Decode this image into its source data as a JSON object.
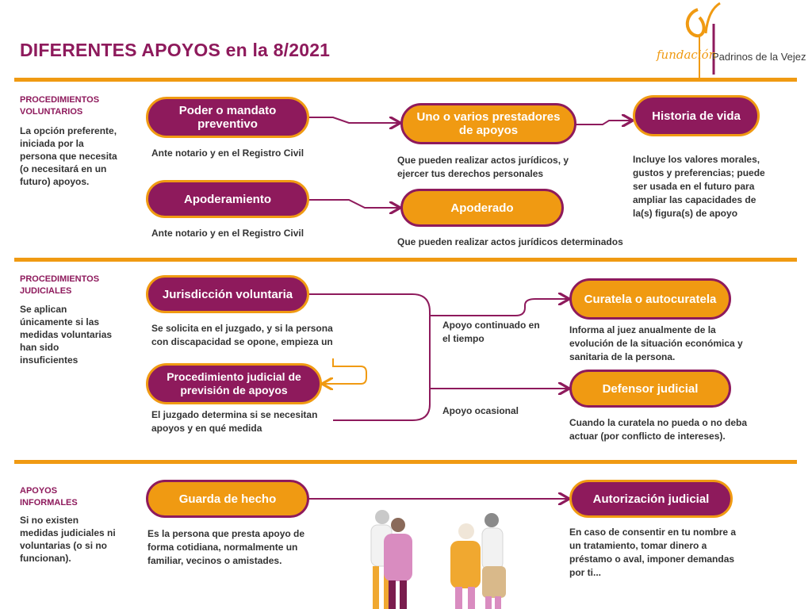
{
  "title": "DIFERENTES APOYOS en la 8/2021",
  "logo": {
    "script": "fundación",
    "main": "Padrinos de la Vejez"
  },
  "sections": {
    "voluntarios": {
      "title_line1": "PROCEDIMIENTOS",
      "title_line2": "VOLUNTARIOS",
      "desc": "La opción preferente, iniciada por la persona que necesita (o necesitará en un futuro) apoyos."
    },
    "judiciales": {
      "title_line1": "PROCEDIMIENTOS",
      "title_line2": "JUDICIALES",
      "desc": "Se aplican únicamente si las medidas voluntarias  han sido insuficientes"
    },
    "informales": {
      "title_line1": "APOYOS",
      "title_line2": "INFORMALES",
      "desc": "Si no existen medidas judiciales ni voluntarias (o si no funcionan)."
    }
  },
  "nodes": {
    "poder": {
      "label": "Poder o mandato preventivo",
      "desc": "Ante notario y en el Registro Civil"
    },
    "prestadores": {
      "label": "Uno o varios prestadores de apoyos",
      "desc": "Que pueden realizar actos jurídicos, y ejercer tus derechos personales"
    },
    "historia": {
      "label": "Historia de vida",
      "desc": "Incluye los valores morales, gustos y preferencias; puede ser usada en el futuro para ampliar las capacidades de la(s) figura(s) de apoyo"
    },
    "apoderamiento": {
      "label": "Apoderamiento",
      "desc": "Ante notario y en el Registro Civil"
    },
    "apoderado": {
      "label": "Apoderado",
      "desc": "Que pueden realizar actos jurídicos determinados"
    },
    "jurisdiccion": {
      "label": "Jurisdicción voluntaria",
      "desc": "Se solicita en el juzgado, y si la persona con discapacidad se opone, empieza un"
    },
    "procedimiento": {
      "label": "Procedimiento judicial de previsión de apoyos",
      "desc": "El juzgado determina si se necesitan apoyos y en qué medida"
    },
    "curatela": {
      "label": "Curatela o autocuratela",
      "desc": "Informa al juez anualmente de la evolución de la situación económica y sanitaria de la persona."
    },
    "defensor": {
      "label": "Defensor judicial",
      "desc": "Cuando la curatela no pueda o no deba actuar (por conflicto de intereses)."
    },
    "guarda": {
      "label": "Guarda de hecho",
      "desc": "Es la persona que presta apoyo de forma cotidiana, normalmente un familiar, vecinos o amistades."
    },
    "autorizacion": {
      "label": "Autorización judicial",
      "desc": "En caso de consentir en tu nombre a un tratamiento, tomar dinero a préstamo o aval, imponer demandas por ti..."
    }
  },
  "branch_labels": {
    "continuado": "Apoyo continuado en el tiempo",
    "ocasional": "Apoyo ocasional"
  },
  "colors": {
    "purple": "#8e1a5c",
    "orange": "#f09a12",
    "pink": "#d98cc0",
    "tan": "#d9b98a"
  },
  "illustration": "elderly-people-walking"
}
